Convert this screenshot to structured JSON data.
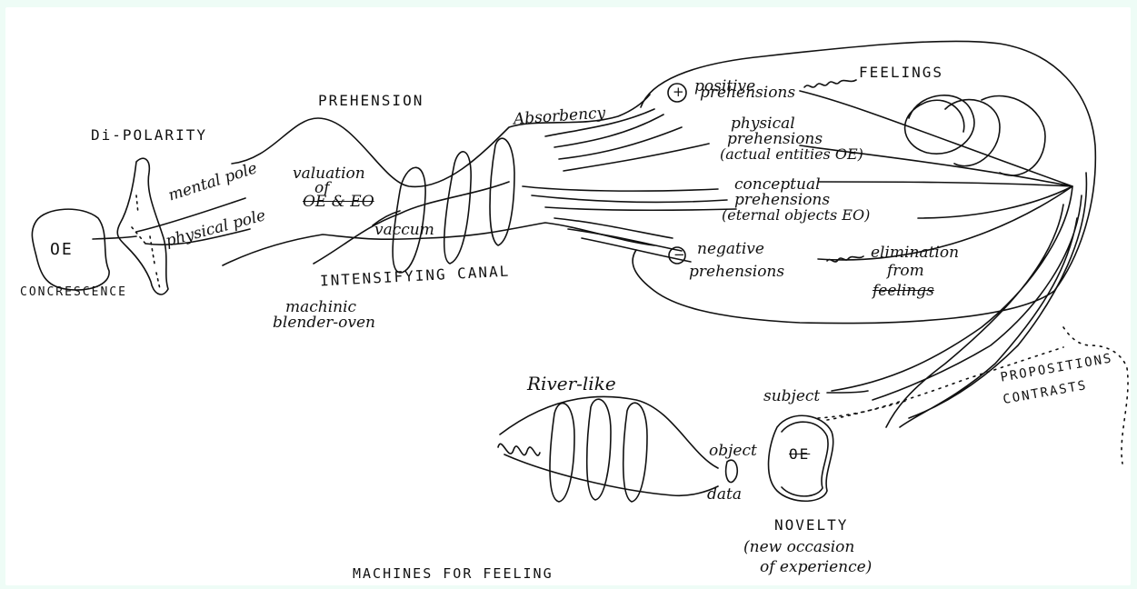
{
  "labels": {
    "di_polarity": "Di-POLARITY",
    "oe_left": "OE",
    "concrescence": "CONCRESCENCE",
    "mental_pole": "mental pole",
    "physical_pole": "physical pole",
    "prehension": "PREHENSION",
    "valuation_1": "valuation",
    "valuation_2": "of",
    "valuation_3": "OE & EO",
    "vaccum": "vaccum",
    "intensifying_canal": "INTENSIFYING CANAL",
    "machinic_1": "machinic",
    "machinic_2": "blender-oven",
    "absorbency": "Absorbency",
    "positive_marker": "+",
    "positive_1": "positive",
    "positive_2": "prehensions",
    "feelings": "FEELINGS",
    "physical_1": "physical",
    "physical_2": "prehensions",
    "physical_3": "(actual entities OE)",
    "conceptual_1": "conceptual",
    "conceptual_2": "prehensions",
    "conceptual_3": "(eternal objects EO)",
    "negative_marker": "−",
    "negative_1": "negative",
    "negative_2": "prehensions",
    "elimination_1": "elimination",
    "elimination_2": "from",
    "elimination_3": "feelings",
    "river_like": "River-like",
    "object": "object",
    "data": "data",
    "subject": "subject",
    "oe_right": "OE",
    "propositions": "PROPOSITIONS",
    "contrasts": "CONTRASTS",
    "novelty": "NOVELTY",
    "novelty_sub_1": "(new occasion",
    "novelty_sub_2": "of experience)",
    "title": "MACHINES FOR FEELING"
  }
}
